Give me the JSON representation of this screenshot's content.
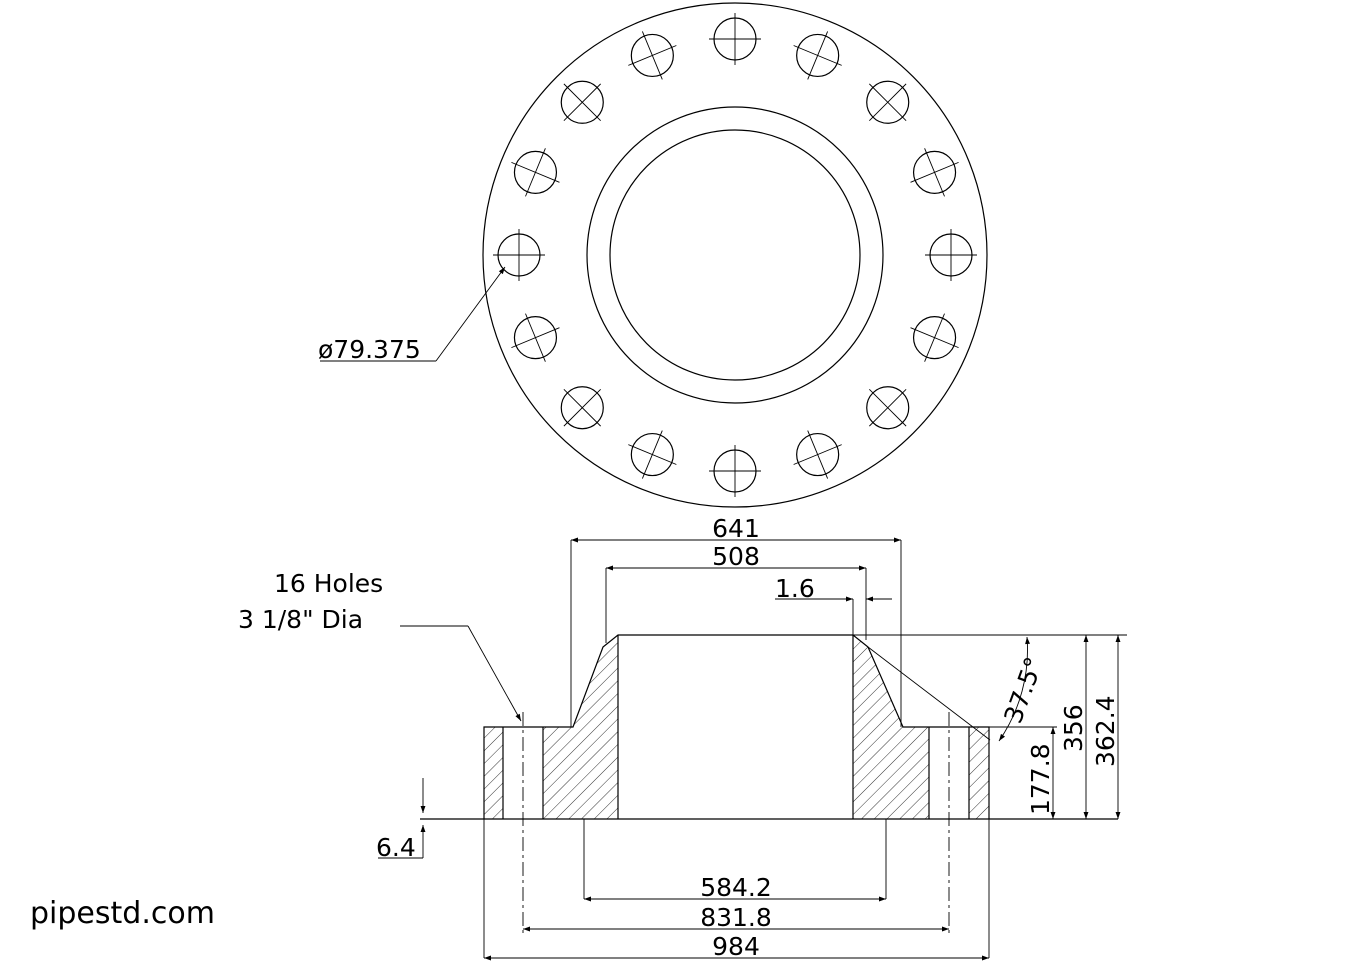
{
  "top_view": {
    "bolt_hole_dia_label": "ø79.375"
  },
  "section_view": {
    "hole_note_line1": "16 Holes",
    "hole_note_line2": "3 1/8\" Dia",
    "dim_641": "641",
    "dim_508": "508",
    "dim_1_6": "1.6",
    "dim_angle": "37.5°",
    "dim_177_8": "177.8",
    "dim_356": "356",
    "dim_362_4": "362.4",
    "dim_6_4": "6.4",
    "dim_584_2": "584.2",
    "dim_831_8": "831.8",
    "dim_984": "984"
  },
  "watermark": "pipestd.com"
}
